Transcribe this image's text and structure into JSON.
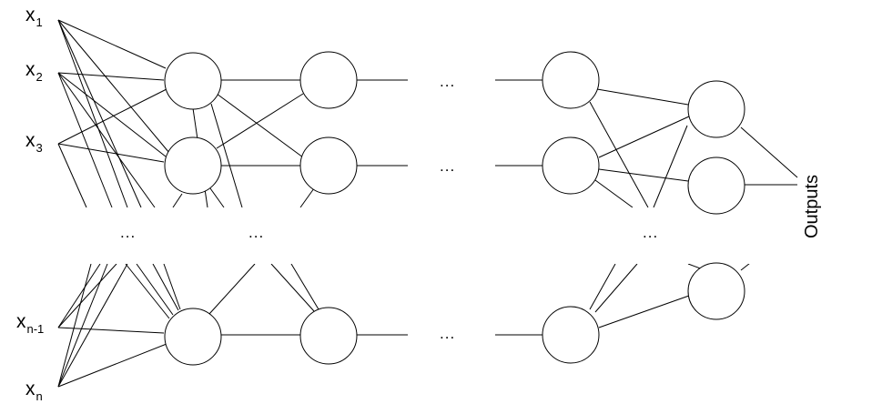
{
  "inputs": [
    {
      "base": "x",
      "sub": "1"
    },
    {
      "base": "x",
      "sub": "2"
    },
    {
      "base": "x",
      "sub": "3"
    },
    {
      "base": "x",
      "sub": "n-1"
    },
    {
      "base": "x",
      "sub": "n"
    }
  ],
  "ellipsis": "...",
  "output_label": "Outputs"
}
